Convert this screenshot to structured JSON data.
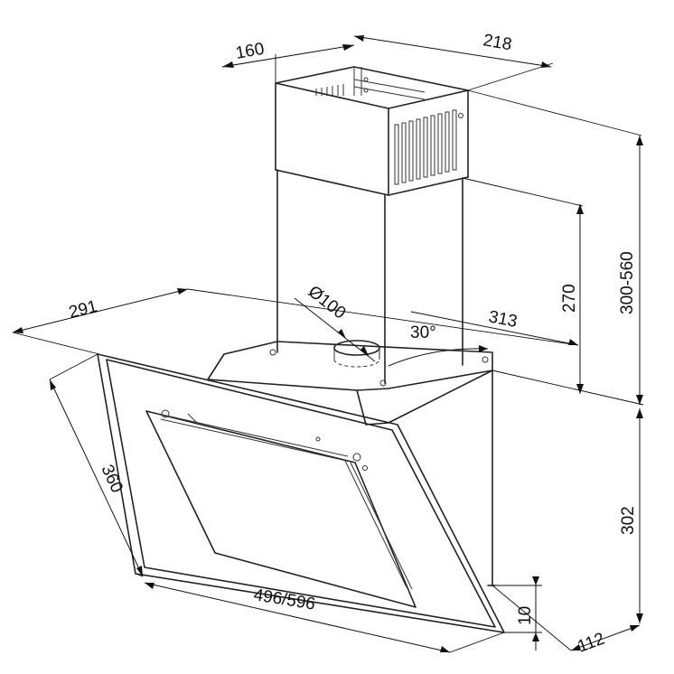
{
  "dimensions": {
    "chimney_depth": "160",
    "chimney_width": "218",
    "chimney_height_total": "300-560",
    "chimney_lower_height": "270",
    "body_depth": "291",
    "outlet_diameter": "Ø100",
    "body_width_back": "313",
    "angle": "30°",
    "glass_height": "360",
    "hood_height": "302",
    "hood_width": "496/596",
    "bottom_thickness": "10",
    "bottom_depth": "112"
  }
}
